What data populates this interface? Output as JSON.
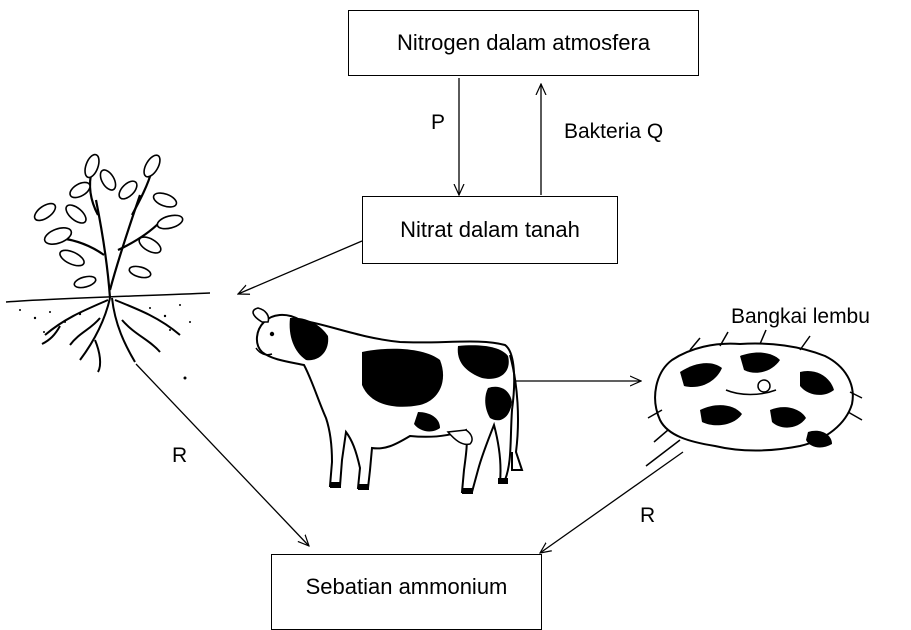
{
  "boxes": {
    "atmosphere": "Nitrogen dalam atmosfera",
    "soil_nitrate": "Nitrat dalam tanah",
    "ammonium": "Sebatian ammonium"
  },
  "labels": {
    "p": "P",
    "bacteria_q": "Bakteria Q",
    "carcass": "Bangkai lembu",
    "r_left": "R",
    "r_right": "R"
  }
}
